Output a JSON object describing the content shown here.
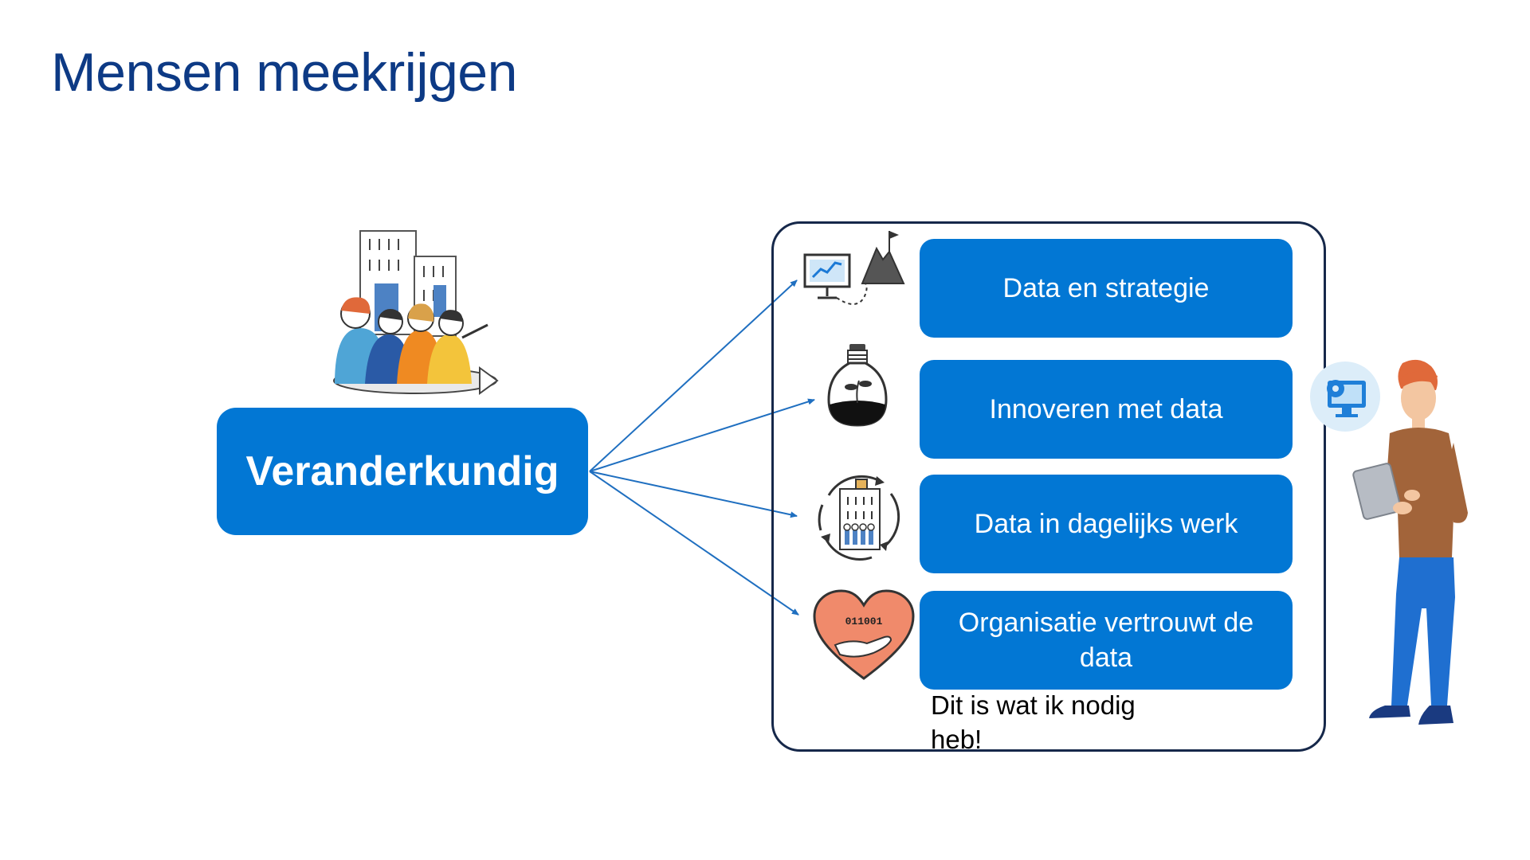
{
  "slide": {
    "title": "Mensen meekrijgen",
    "main_label": "Veranderkundig",
    "items": [
      {
        "label": "Data en strategie",
        "icon": "strategy-monitor-mountain-icon"
      },
      {
        "label": "Innoveren met data",
        "icon": "lightbulb-plant-icon"
      },
      {
        "label": "Data in dagelijks werk",
        "icon": "building-cycle-icon"
      },
      {
        "label": "Organisatie vertrouwt de data",
        "icon": "heart-data-hand-icon"
      }
    ],
    "note": "Dit is wat ik nodig heb!",
    "heart_text": "011001",
    "colors": {
      "title": "#0d3a85",
      "box": "#0277d4",
      "arrow": "#1f6fc0",
      "frame": "#16284a"
    }
  }
}
